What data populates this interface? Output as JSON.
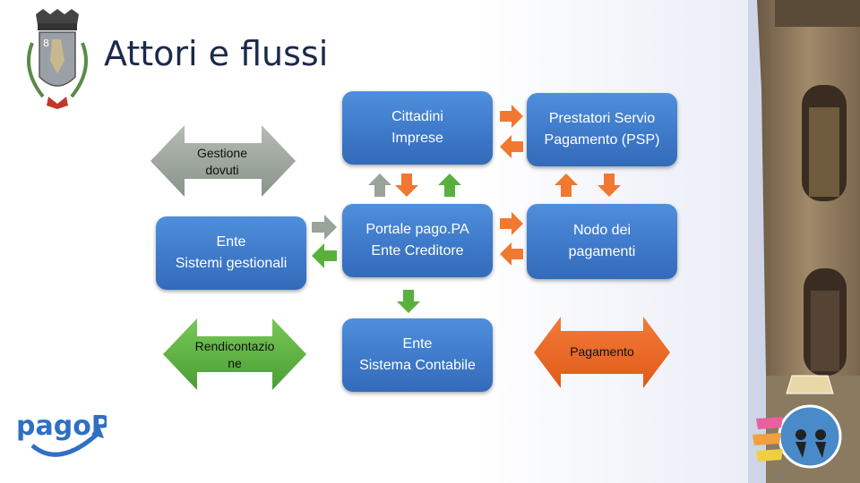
{
  "title": "Attori e flussi",
  "nodes": {
    "cittadini": "Cittadini\nImprese",
    "psp": "Prestatori Servio\nPagamento (PSP)",
    "portale": "Portale pago.PA\nEnte Creditore",
    "nodo": "Nodo dei\npagamenti",
    "ente_gestionali": "Ente\nSistemi gestionali",
    "ente_contabile": "Ente\nSistema Contabile"
  },
  "arrow_labels": {
    "gestione": "Gestione\ndovuti",
    "rendicontazione": "Rendicontazio\nne",
    "pagamento": "Pagamento"
  },
  "logo_text": "pagoPA",
  "crest_number": "8",
  "colors": {
    "box_blue": "#3d78c8",
    "orange": "#f07830",
    "green": "#5ab03c",
    "gray": "#9aa39a",
    "pagopa_blue": "#2f6fc4"
  }
}
